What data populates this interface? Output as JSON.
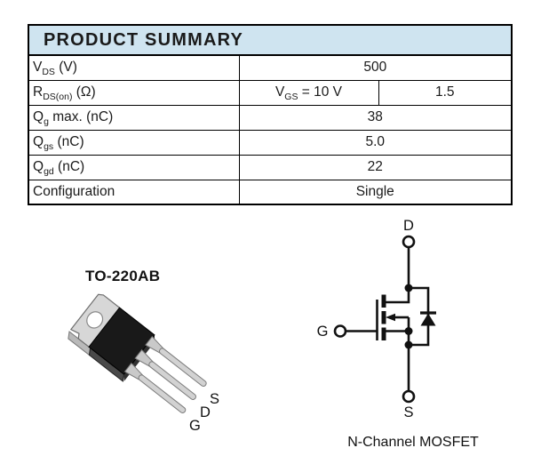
{
  "page": {
    "background": "#ffffff",
    "text_color": "#1a1a1a",
    "line_color": "#000000"
  },
  "summary_table": {
    "title": "PRODUCT SUMMARY",
    "title_bg": "#cfe4f0",
    "rows": [
      {
        "label": "V~DS~ (V)",
        "cells": [
          {
            "text": "500",
            "span": 2
          }
        ]
      },
      {
        "label": "R~DS(on)~ (Ω)",
        "cells": [
          {
            "text": "V~GS~ = 10 V",
            "span": 1
          },
          {
            "text": "1.5",
            "span": 1
          }
        ]
      },
      {
        "label": "Q~g~ max. (nC)",
        "cells": [
          {
            "text": "38",
            "span": 2
          }
        ]
      },
      {
        "label": "Q~gs~ (nC)",
        "cells": [
          {
            "text": "5.0",
            "span": 2
          }
        ]
      },
      {
        "label": "Q~gd~ (nC)",
        "cells": [
          {
            "text": "22",
            "span": 2
          }
        ]
      },
      {
        "label": "Configuration",
        "cells": [
          {
            "text": "Single",
            "span": 2
          }
        ]
      }
    ]
  },
  "package": {
    "title": "TO-220AB",
    "pins": {
      "gate": "G",
      "drain": "D",
      "source": "S"
    },
    "colors": {
      "tab": "#d7d7d7",
      "body": "#191919",
      "lead": "#d2d2d2"
    }
  },
  "schematic": {
    "caption": "N-Channel MOSFET",
    "terminals": {
      "drain": "D",
      "gate": "G",
      "source": "S"
    }
  }
}
